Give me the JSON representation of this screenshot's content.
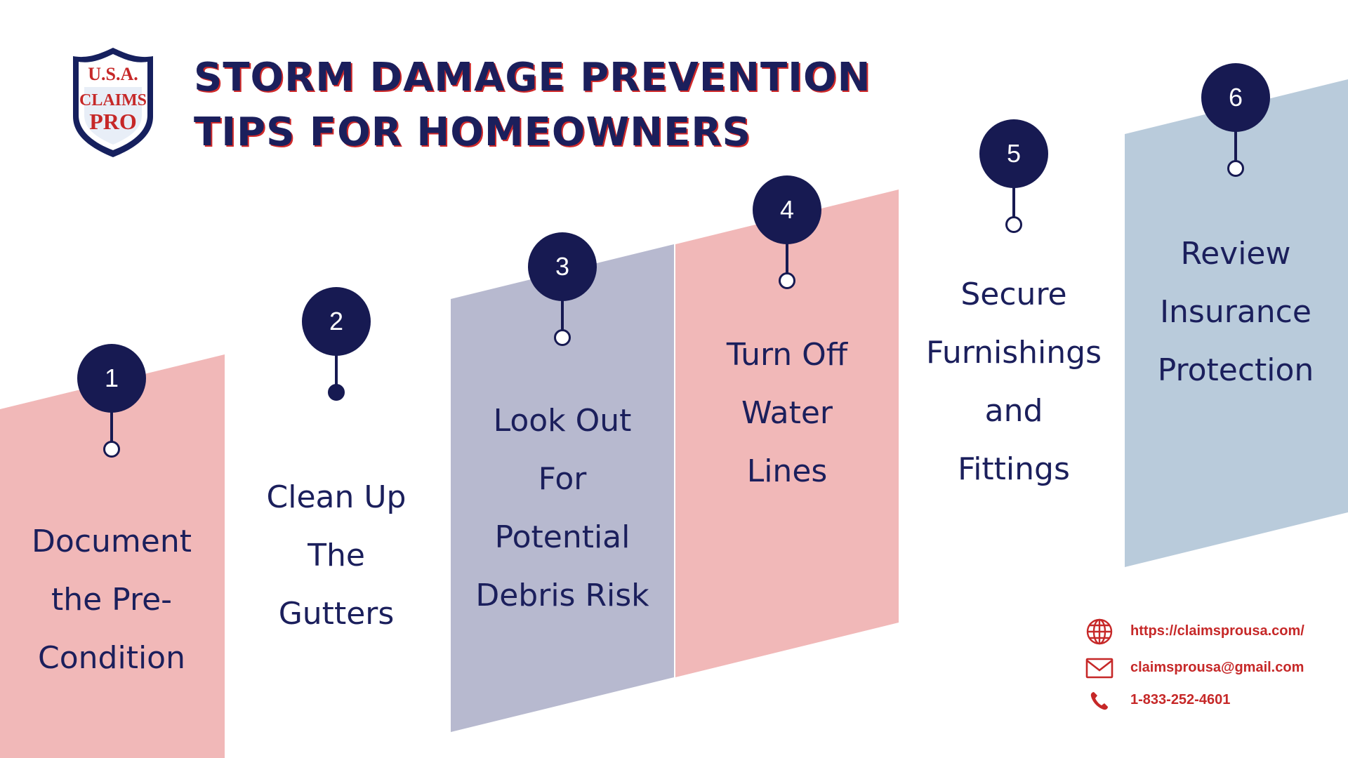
{
  "logo": {
    "line1": "U.S.A.",
    "line2": "CLAIMS",
    "line3": "PRO"
  },
  "title": {
    "line1": "STORM DAMAGE PREVENTION",
    "line2": "TIPS FOR HOMEOWNERS"
  },
  "steps": [
    {
      "number": "1",
      "lines": [
        "Document",
        "the Pre-",
        "Condition"
      ]
    },
    {
      "number": "2",
      "lines": [
        "Clean Up",
        "The",
        "Gutters"
      ]
    },
    {
      "number": "3",
      "lines": [
        "Look Out",
        "For",
        "Potential",
        "Debris Risk"
      ]
    },
    {
      "number": "4",
      "lines": [
        "Turn Off",
        "Water",
        "Lines"
      ]
    },
    {
      "number": "5",
      "lines": [
        "Secure",
        "Furnishings",
        "and",
        "Fittings"
      ]
    },
    {
      "number": "6",
      "lines": [
        "Review",
        "Insurance",
        "Protection"
      ]
    }
  ],
  "contact": {
    "website": "https://claimsprousa.com/",
    "email": "claimsprousa@gmail.com",
    "phone": "1-833-252-4601"
  },
  "colors": {
    "navy": "#171a52",
    "pink": "#f1b8b8",
    "lavender": "#b7b9cf",
    "blue": "#b9cbdb",
    "red": "#c62828"
  },
  "icons": [
    "globe-icon",
    "mail-icon",
    "phone-icon",
    "shield-logo"
  ]
}
